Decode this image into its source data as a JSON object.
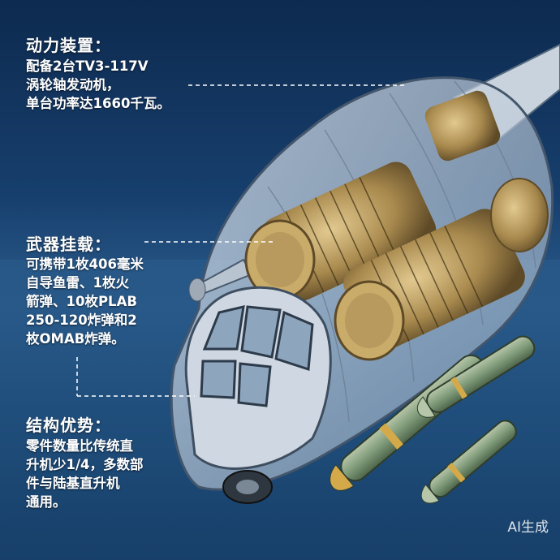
{
  "sections": {
    "power": {
      "heading": "动力装置：",
      "lines": [
        "配备2台TV3-117V",
        "涡轮轴发动机，",
        "单台功率达1660千瓦。"
      ]
    },
    "weapons": {
      "heading": "武器挂载：",
      "lines": [
        "可携带1枚406毫米",
        "自导鱼雷、1枚火",
        "箭弹、10枚PLAB",
        "250-120炸弹和2",
        "枚OMAB炸弹。"
      ]
    },
    "structure": {
      "heading": "结构优势：",
      "lines": [
        "零件数量比传统直",
        "升机少1/4，多数部",
        "件与陆基直升机",
        "通用。"
      ]
    }
  },
  "watermark": "AI生成",
  "colors": {
    "sea": "#1f4f7e",
    "brass": "#b89a5e",
    "ordnance": "#7f9b7a"
  }
}
